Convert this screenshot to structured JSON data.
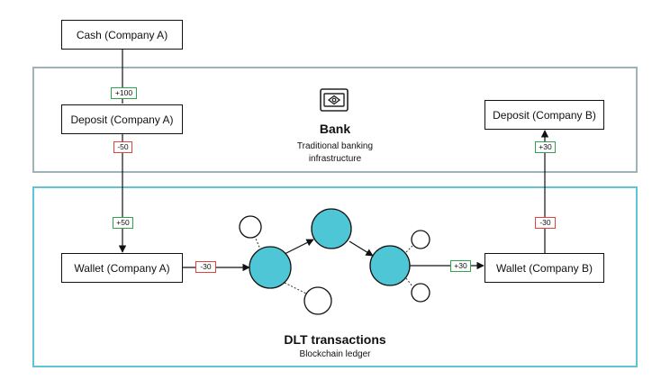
{
  "nodes": {
    "cash_a": "Cash (Company A)",
    "deposit_a": "Deposit (Company A)",
    "wallet_a": "Wallet (Company A)",
    "deposit_b": "Deposit (Company B)",
    "wallet_b": "Wallet (Company B)"
  },
  "flows": {
    "cash_to_deposit_a": "+100",
    "deposit_a_out": "-50",
    "wallet_a_in": "+50",
    "wallet_a_out": "-30",
    "wallet_b_in": "+30",
    "wallet_b_out": "-30",
    "deposit_b_in": "+30"
  },
  "bank": {
    "title": "Bank",
    "subtitle_line1": "Traditional banking",
    "subtitle_line2": "infrastructure",
    "icon": "bank-note-icon"
  },
  "dlt": {
    "title": "DLT transactions",
    "subtitle": "Blockchain ledger"
  },
  "colors": {
    "bank_border": "#9fb1b9",
    "dlt_border": "#5fc5d3",
    "ledger_node": "#4fc6d6",
    "positive": "#2fa44f",
    "negative": "#e2433f"
  }
}
